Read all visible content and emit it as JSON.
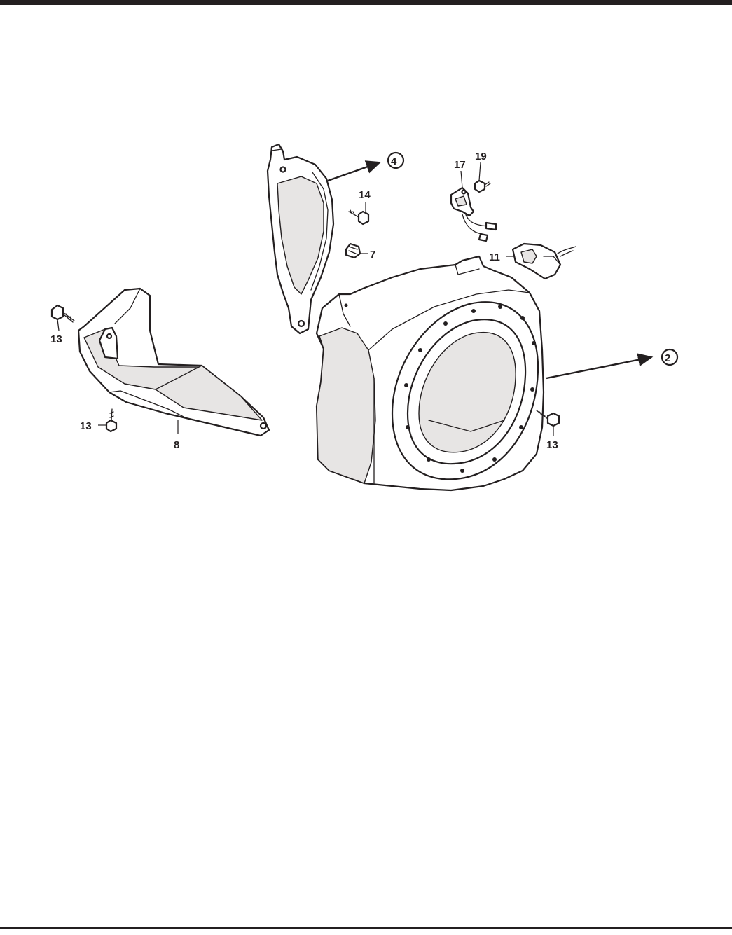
{
  "diagram": {
    "callouts": {
      "c_fan_cover_arrow": "2",
      "c_shroud_arrow": "4",
      "c_clip": "7",
      "c_bottom_shroud": "8",
      "c_oil_sensor": "11",
      "c_bolt_left_top": "13",
      "c_bolt_left_bottom": "13",
      "c_bolt_right": "13",
      "c_bolt_14": "14",
      "c_oil_alert_unit": "17",
      "c_bolt_19": "19"
    }
  },
  "colors": {
    "ink": "#231f20",
    "paper": "#ffffff",
    "shade": "#e7e5e4"
  }
}
